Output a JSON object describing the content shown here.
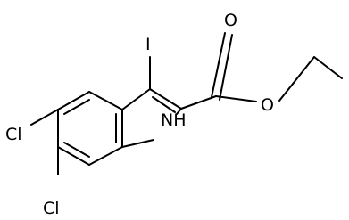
{
  "molecule": {
    "labels": {
      "iodine": "I",
      "carbonyl_oxygen": "O",
      "ester_oxygen": "O",
      "nitrogen": "NH",
      "chlorine_upper": "Cl",
      "chlorine_lower": "Cl"
    }
  }
}
